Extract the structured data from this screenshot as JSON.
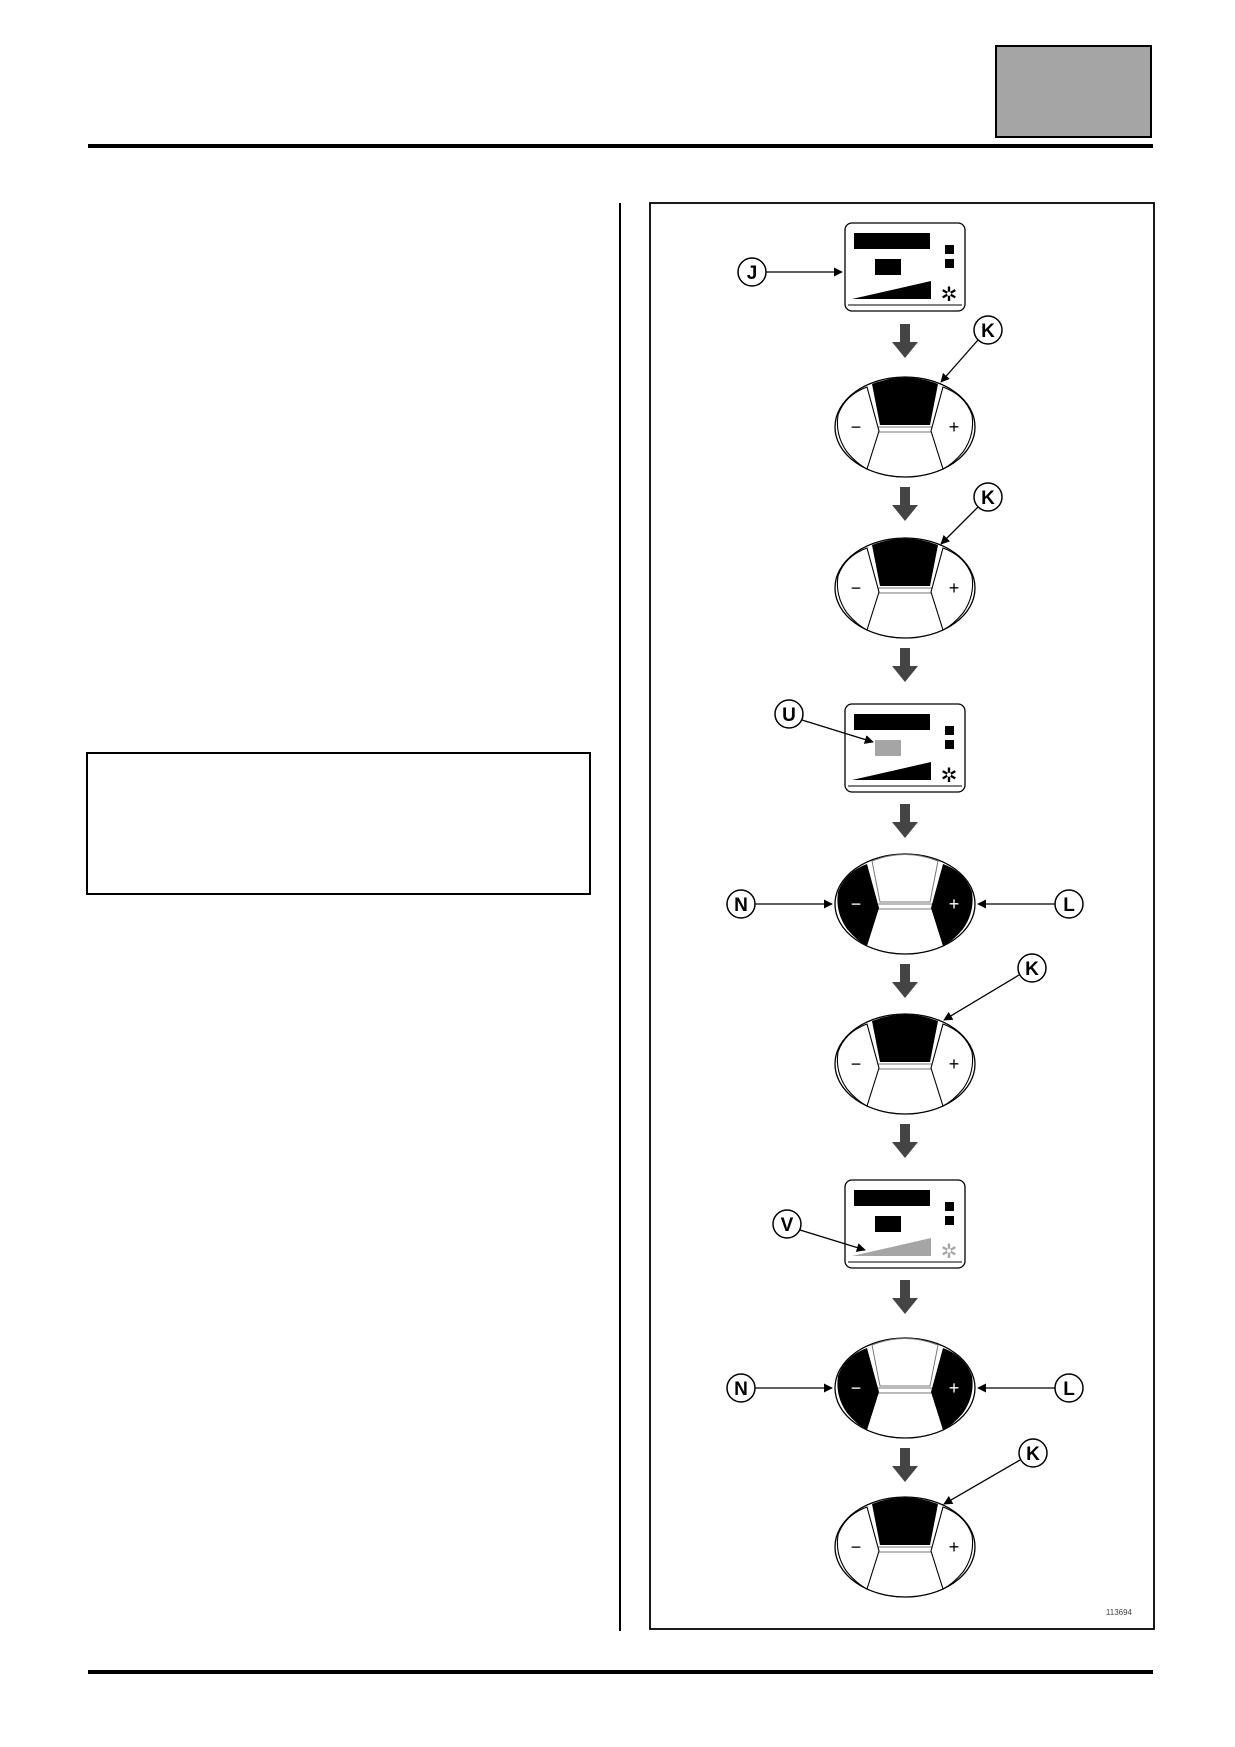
{
  "figure": {
    "callouts": {
      "j": "J",
      "k1": "K",
      "k2": "K",
      "u": "U",
      "n1": "N",
      "l1": "L",
      "k3": "K",
      "v": "V",
      "n2": "N",
      "l2": "L",
      "k4": "K"
    },
    "button_signs": {
      "minus": "−",
      "plus": "+"
    },
    "reference_number": "113694"
  },
  "colors": {
    "header_tab": "#a5a5a5",
    "highlight": "#000000",
    "dimmed": "#a5a5a5"
  }
}
